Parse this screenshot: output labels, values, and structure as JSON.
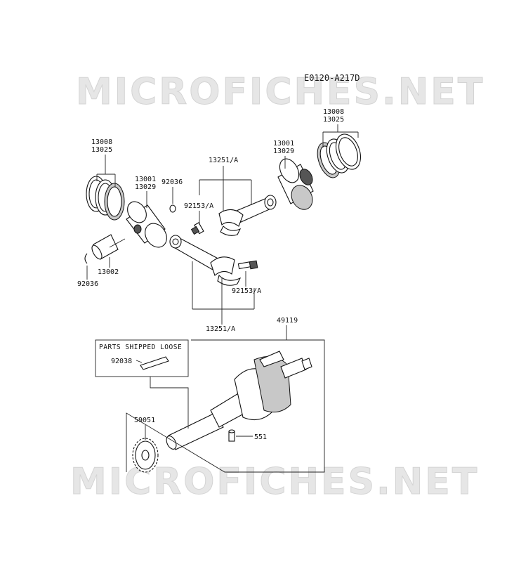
{
  "watermark_text": "MICROFICHES.NET",
  "diagram_code": "E0120-A217D",
  "parts_box_title": "PARTS SHIPPED LOOSE",
  "labels": {
    "ring_set_left_a": "13008",
    "ring_set_left_b": "13025",
    "piston_left_a": "13001",
    "piston_left_b": "13029",
    "circlip_top": "92036",
    "pin": "13002",
    "circlip_bottom": "92036",
    "rod_assy_top": "13251/A",
    "bolt_top": "92153/A",
    "piston_right_a": "13001",
    "piston_right_b": "13029",
    "ring_set_right_a": "13008",
    "ring_set_right_b": "13025",
    "bolt_bottom": "92153/A",
    "rod_assy_bottom": "13251/A",
    "crankshaft": "49119",
    "key": "92038",
    "gear": "59051",
    "dowel": "551"
  }
}
